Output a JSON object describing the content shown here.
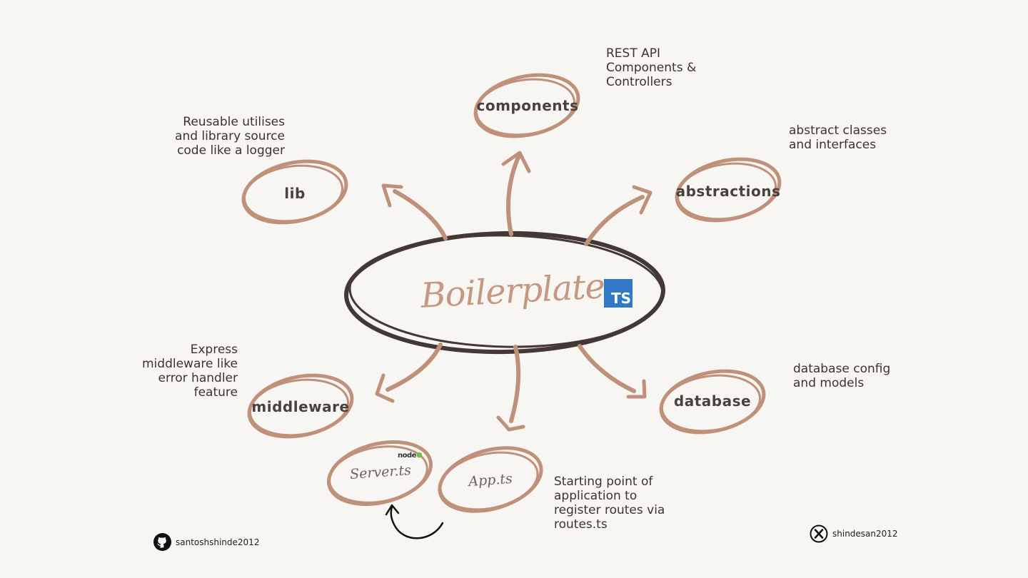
{
  "title": "Boilerplate",
  "ts_badge": "TS",
  "node_badge": "node",
  "nodes": {
    "components": "components",
    "lib": "lib",
    "abstractions": "abstractions",
    "middleware": "middleware",
    "database": "database",
    "server": "Server.ts",
    "app": "App.ts"
  },
  "descriptions": {
    "components": "REST API\nComponents &\nControllers",
    "lib": "Reusable utilises\nand library source\ncode like a logger",
    "abstractions": "abstract classes\nand interfaces",
    "middleware": "Express\nmiddleware like\nerror handler\nfeature",
    "database": "database config\nand models",
    "app": "Starting point of\napplication to\nregister routes via\nroutes.ts"
  },
  "social": {
    "github": "santoshshinde2012",
    "x": "shindesan2012"
  },
  "colors": {
    "background": "#f8f6f3",
    "accent": "#c0917a",
    "center_outline": "#433834",
    "text": "#3b3431",
    "ts_blue": "#3178c6"
  },
  "icons": {
    "github": "github-icon",
    "x": "x-icon"
  }
}
